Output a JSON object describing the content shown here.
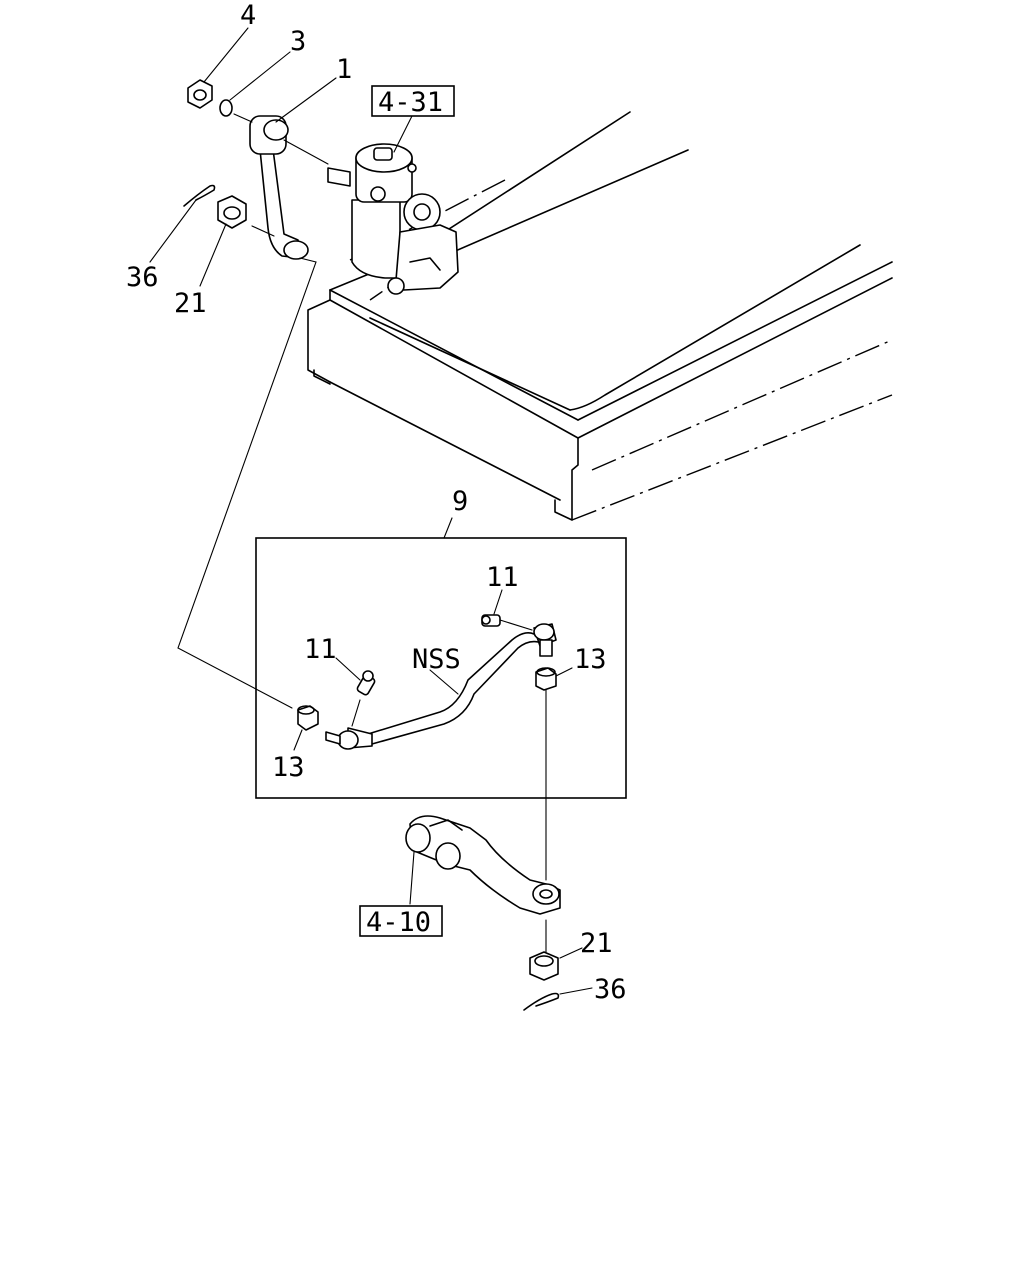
{
  "callouts": {
    "nut_top": "4",
    "washer_top": "3",
    "pitman_arm": "1",
    "cotter_pin_top": "36",
    "castle_nut_top": "21",
    "assembly": "9",
    "grease_fitting_right": "11",
    "grease_fitting_left": "11",
    "dust_boot_right": "13",
    "dust_boot_left": "13",
    "nss_note": "NSS",
    "castle_nut_bottom": "21",
    "cotter_pin_bottom": "36"
  },
  "references": {
    "steering_gear": "4-31",
    "knuckle_arm": "4-10"
  }
}
